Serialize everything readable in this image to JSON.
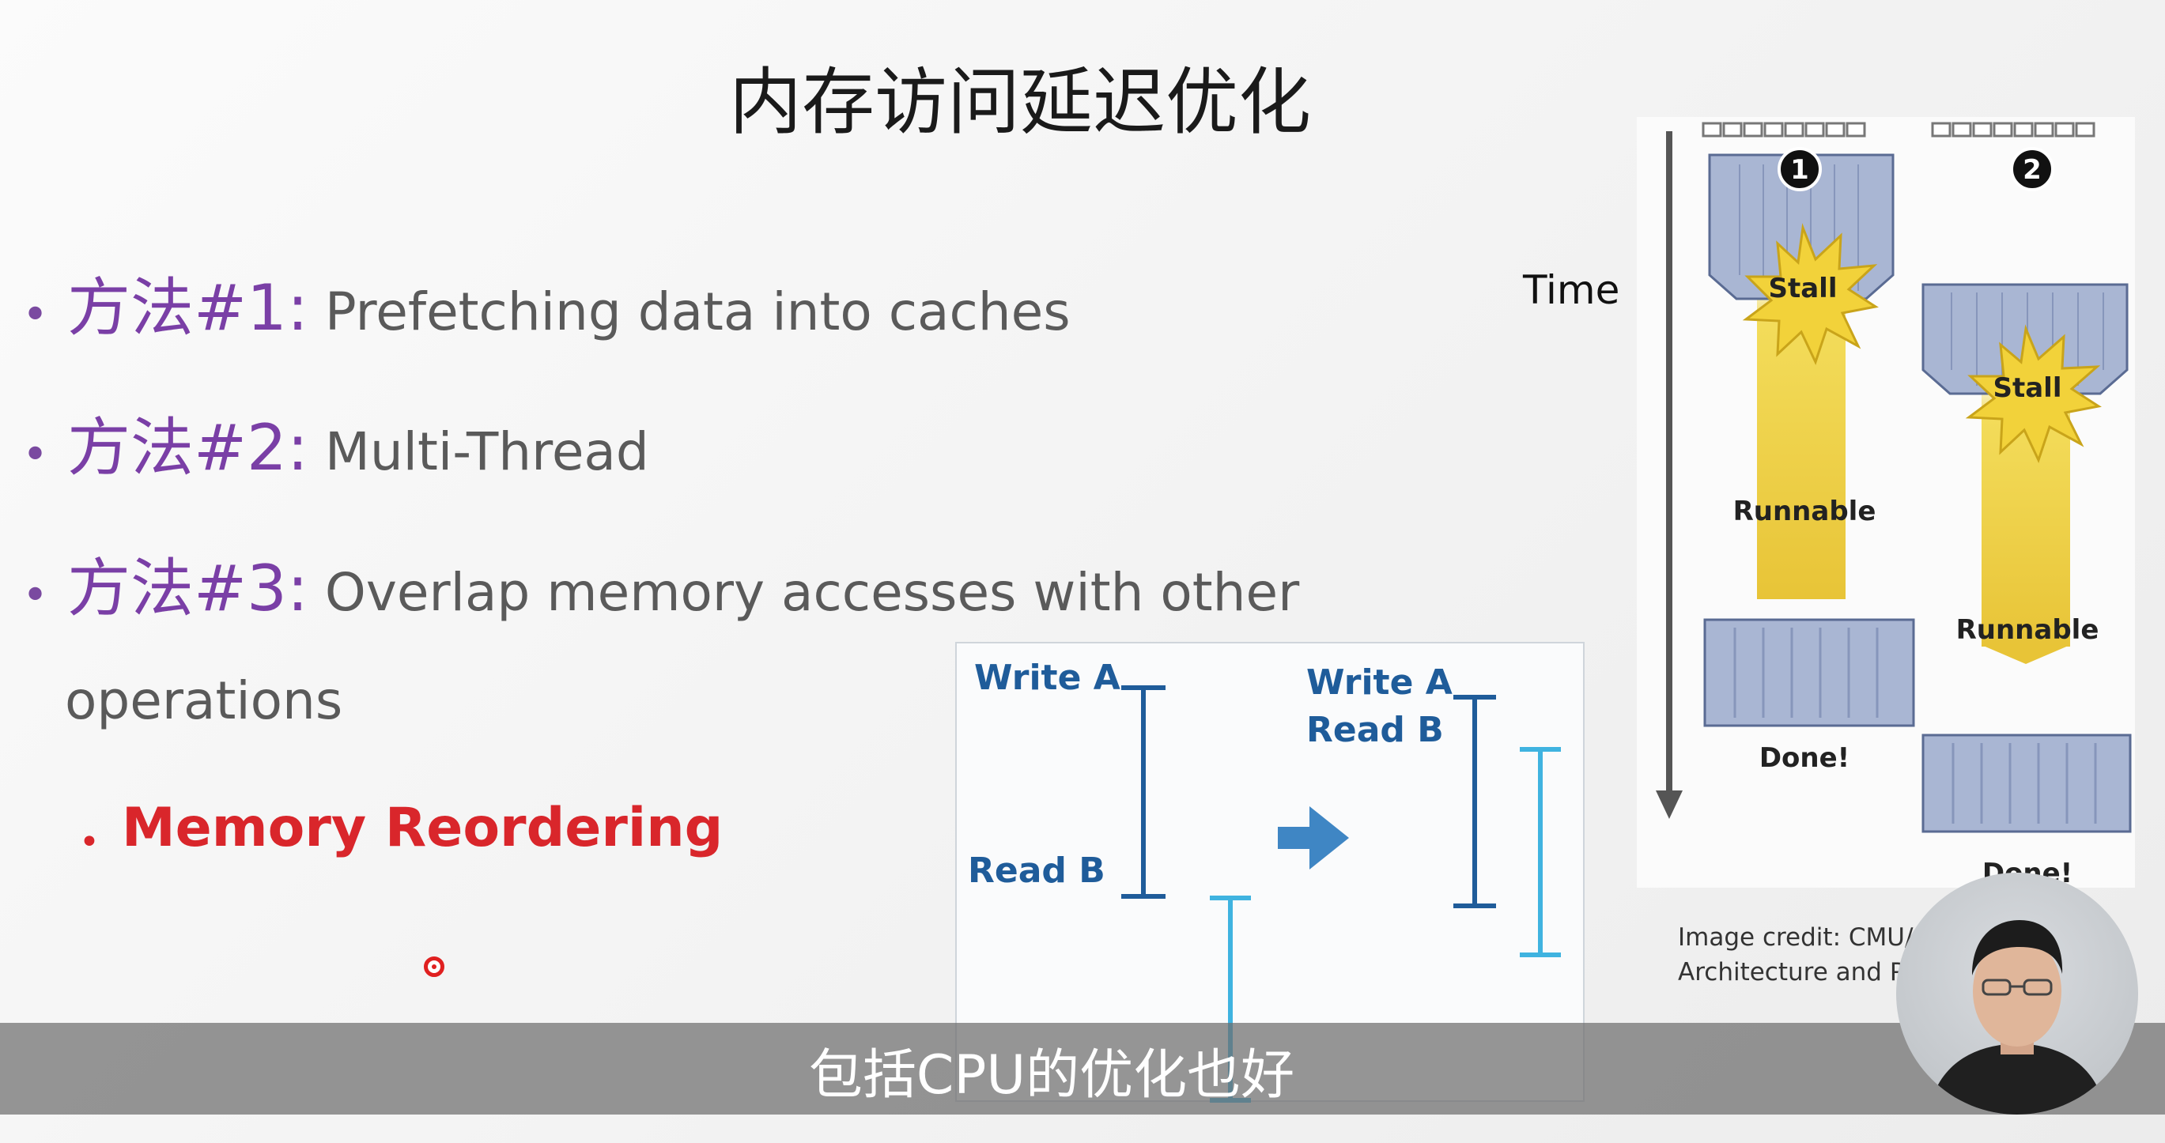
{
  "slide": {
    "title": "内存访问延迟优化",
    "bullets": [
      {
        "method": "方法#1:",
        "text": " Prefetching data into caches"
      },
      {
        "method": "方法#2:",
        "text": " Multi-Thread"
      },
      {
        "method": "方法#3:",
        "text": " Overlap memory accesses with other",
        "continuation": "operations"
      }
    ],
    "sub_bullet": "Memory Reordering"
  },
  "diagram": {
    "left_write": "Write A",
    "left_read": "Read B",
    "right_write": "Write A",
    "right_read": "Read B",
    "colors": {
      "dark": "#1f5c9a",
      "light": "#3fb3e0",
      "arrow": "#3f86c4"
    }
  },
  "figure": {
    "time_label": "Time",
    "thread1_number": "1",
    "thread2_number": "2",
    "stall1": "Stall",
    "stall2": "Stall",
    "runnable1": "Runnable",
    "runnable2": "Runnable",
    "done1": "Done!",
    "done2": "Done!",
    "credit_line1": "Image credit: CMU/",
    "credit_line2": "Architecture and P"
  },
  "caption": "包括CPU的优化也好"
}
